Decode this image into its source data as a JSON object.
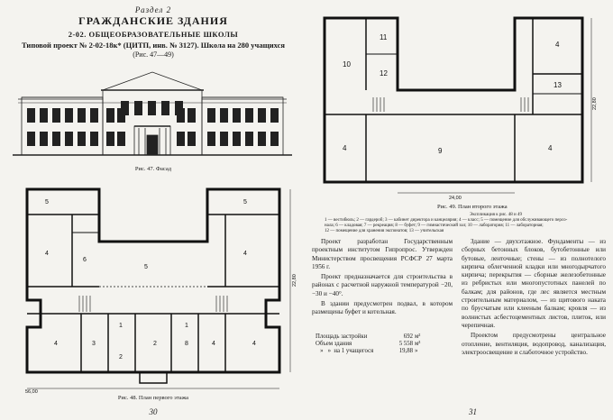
{
  "left_page": {
    "section": "Раздел 2",
    "section_title": "ГРАЖДАНСКИЕ ЗДАНИЯ",
    "subsection": "2-02. ОБЩЕОБРАЗОВАТЕЛЬНЫЕ ШКОЛЫ",
    "project_title": "Типовой проект № 2-02-18к* (ЦИТП, инв. № 3127). Школа на 280 учащихся",
    "figure_refs": "(Рис. 47—49)",
    "facade_caption": "Рис. 47. Фасад",
    "plan1_caption": "Рис. 48. План первого этажа",
    "plan1_width_dim": "56,00",
    "plan1_height_dim": "22,80",
    "plan1_rooms": [
      "5",
      "4",
      "6",
      "5",
      "4",
      "4",
      "3",
      "1",
      "2",
      "2",
      "8",
      "4",
      "1",
      "5",
      "4"
    ],
    "page_number": "30"
  },
  "right_page": {
    "plan2_caption": "Рис. 49. План второго этажа",
    "plan2_width_dim": "24,00",
    "plan2_height_dim": "22,80",
    "plan2_rooms": [
      "11",
      "10",
      "12",
      "4",
      "13",
      "4",
      "9",
      "4"
    ],
    "legend_title": "Экспликация к рис. 48 и 49",
    "legend_lines": [
      "1 — вестибюль; 2 — гардероб; 3 — кабинет директора и канцелярия; 4 — класс; 5 — помещение для обслуживающего персо-",
      "нала; 6 — кладовая; 7 — рекреация; 8 — буфет; 9 — гимнастический зал; 10 — лаборатория; 11 — лабораторная;",
      "12 — помещение для хранения экспонатов; 13 — учительская"
    ],
    "col1_paragraphs": [
      "Проект разработан Государственным проектным институтом Гипропрос. Утвержден Министерством просвещения РСФСР 27 марта 1956 г.",
      "Проект предназначается для строительства в районах с расчетной наружной температурой −20, −30 и −40°.",
      "В здании предусмотрен подвал, в котором размещены буфет и котельная."
    ],
    "stats": [
      {
        "label": "Площадь застройки",
        "value": "692",
        "unit": "м²"
      },
      {
        "label": "Объем здания",
        "value": "5 558",
        "unit": "м³"
      },
      {
        "label": "   »   »  на 1 учащегося",
        "value": "19,88",
        "unit": "»"
      }
    ],
    "col2_paragraphs": [
      "Здание — двухэтажное. Фундаменты — из сборных бетонных блоков, бутобетонные или бутовые, ленточные; стены — из полнотелого кирпича облегченной кладки или многодырчатого кирпича; перекрытия — сборные железобетонные из ребристых или многопустотных панелей по балкам; для районов, где лес является местным строительным материалом, — из щитового наката по брусчатым или клееным балкам; кровля — из волнистых асбестоцементных листов, плиток, или черепичная.",
      "Проектом предусмотрены центральное отопление, вентиляция, водопровод, канализация, электроосвещение и слаботочное устройство."
    ],
    "page_number": "31"
  }
}
